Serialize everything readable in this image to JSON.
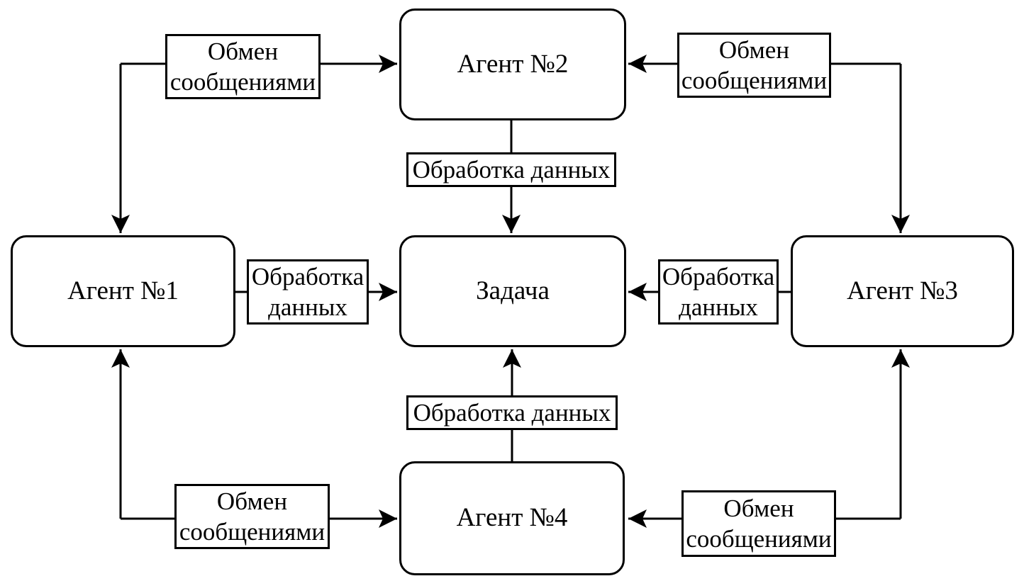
{
  "page": {
    "background_color": "#ffffff"
  },
  "diagram": {
    "stroke_color": "#000000",
    "text_color": "#000000",
    "node_fill": "#ffffff",
    "nodes": [
      {
        "id": "agent1",
        "label": "Агент №1"
      },
      {
        "id": "agent2",
        "label": "Агент №2"
      },
      {
        "id": "agent3",
        "label": "Агент №3"
      },
      {
        "id": "agent4",
        "label": "Агент №4"
      },
      {
        "id": "task",
        "label": "Задача"
      }
    ],
    "edge_labels": [
      {
        "position": "top-left",
        "label": "Обмен сообщениями"
      },
      {
        "position": "top-right",
        "label": "Обмен сообщениями"
      },
      {
        "position": "top-center",
        "label": "Обработка данных"
      },
      {
        "position": "middle-left",
        "label": "Обработка данных"
      },
      {
        "position": "middle-right",
        "label": "Обработка данных"
      },
      {
        "position": "bottom-center",
        "label": "Обработка данных"
      },
      {
        "position": "bottom-left",
        "label": "Обмен сообщениями"
      },
      {
        "position": "bottom-right",
        "label": "Обмен сообщениями"
      }
    ],
    "edges": [
      {
        "from": "agent1",
        "to": "agent2",
        "label": "Обмен сообщениями"
      },
      {
        "from": "agent3",
        "to": "agent2",
        "label": "Обмен сообщениями"
      },
      {
        "from": "agent2",
        "to": "task",
        "label": "Обработка данных"
      },
      {
        "from": "agent1",
        "to": "task",
        "label": "Обработка данных"
      },
      {
        "from": "agent3",
        "to": "task",
        "label": "Обработка данных"
      },
      {
        "from": "agent4",
        "to": "task",
        "label": "Обработка данных"
      },
      {
        "from": "agent1",
        "to": "agent4",
        "label": "Обмен сообщениями"
      },
      {
        "from": "agent3",
        "to": "agent4",
        "label": "Обмен сообщениями"
      }
    ]
  }
}
